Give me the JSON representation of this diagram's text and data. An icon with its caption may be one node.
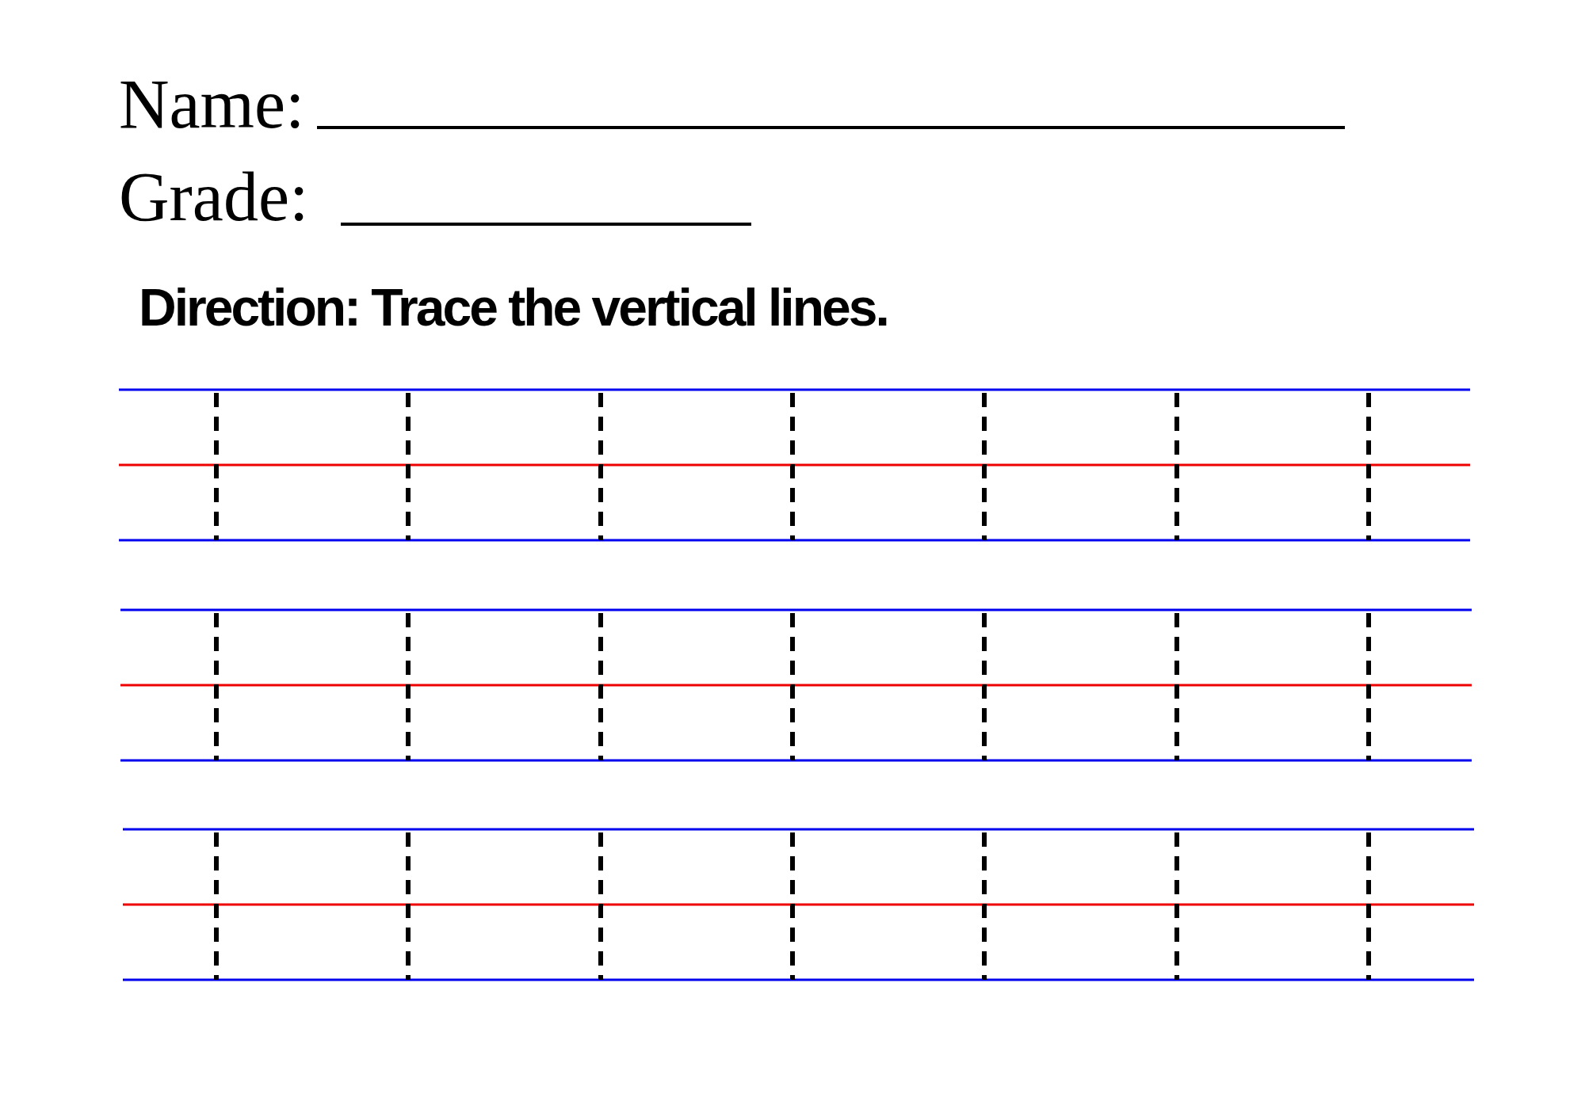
{
  "diagram": {
    "labels": [
      "Name:",
      "Grade:",
      "Direction: Trace the vertical lines."
    ]
  }
}
